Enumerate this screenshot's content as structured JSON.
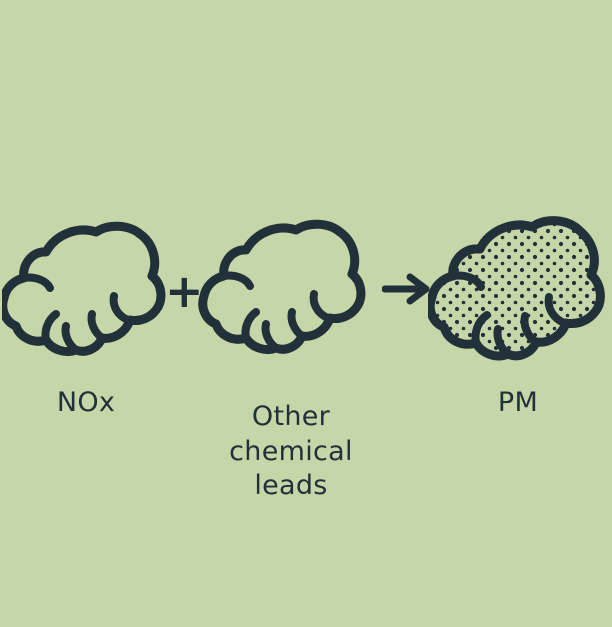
{
  "diagram": {
    "background_color": "#c5d7a8",
    "stroke_color": "#22303a",
    "fill_color": "#c5d7a8",
    "nodes": [
      {
        "id": "nox",
        "label": "NOx",
        "icon": "cloud-outline-icon"
      },
      {
        "id": "other",
        "label": "Other\nchemical\nleads",
        "label_lines": [
          "Other",
          "chemical",
          "leads"
        ],
        "icon": "cloud-outline-icon"
      },
      {
        "id": "pm",
        "label": "PM",
        "icon": "cloud-dotted-icon"
      }
    ],
    "operators": {
      "plus": "+",
      "arrow": "→"
    },
    "labels": {
      "nox": "NOx",
      "other_line1": "Other",
      "other_line2": "chemical",
      "other_line3": "leads",
      "pm": "PM"
    }
  }
}
